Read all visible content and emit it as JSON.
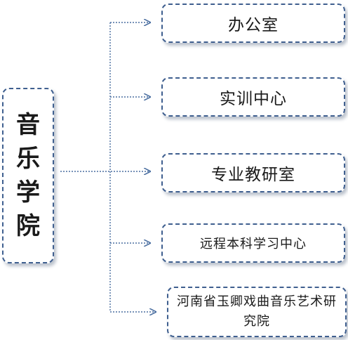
{
  "diagram": {
    "root": {
      "label": "音乐学院",
      "chars": [
        "音",
        "乐",
        "学",
        "院"
      ]
    },
    "children": [
      {
        "label": "办公室"
      },
      {
        "label": "实训中心"
      },
      {
        "label": "专业教研室"
      },
      {
        "label": "远程本科学习中心"
      },
      {
        "label": "河南省玉卿戏曲音乐艺术研究院"
      }
    ],
    "colors": {
      "border": "#3f5f8f",
      "connector": "#4a6ea0"
    }
  }
}
